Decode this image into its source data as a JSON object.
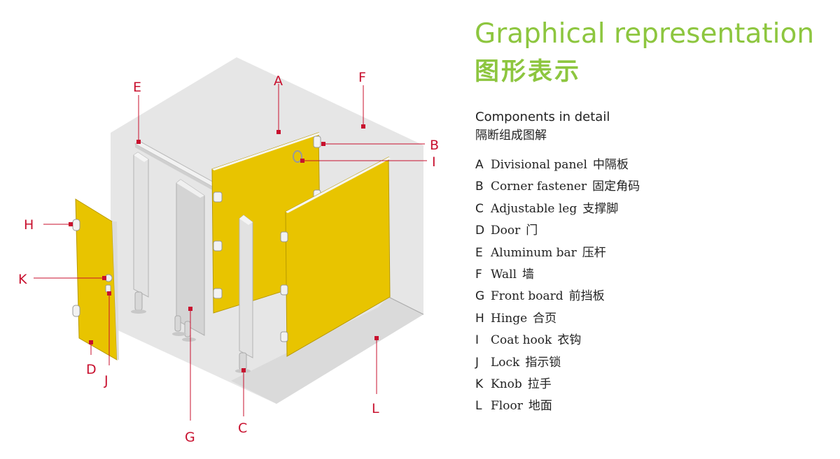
{
  "title": {
    "english": "Graphical representation",
    "chinese": "图形表示"
  },
  "subtitle": {
    "english": "Components in detail",
    "chinese": "隔断组成图解"
  },
  "components": [
    {
      "letter": "A",
      "english": "Divisional panel",
      "chinese": "中隔板"
    },
    {
      "letter": "B",
      "english": "Corner fastener",
      "chinese": "固定角码"
    },
    {
      "letter": "C",
      "english": "Adjustable leg",
      "chinese": "支撑脚"
    },
    {
      "letter": "D",
      "english": "Door",
      "chinese": "门"
    },
    {
      "letter": "E",
      "english": "Aluminum bar",
      "chinese": "压杆"
    },
    {
      "letter": "F",
      "english": "Wall",
      "chinese": "墙"
    },
    {
      "letter": "G",
      "english": "Front board",
      "chinese": "前挡板"
    },
    {
      "letter": "H",
      "english": "Hinge",
      "chinese": "合页"
    },
    {
      "letter": "I",
      "english": "Coat hook",
      "chinese": "衣钩"
    },
    {
      "letter": "J",
      "english": "Lock",
      "chinese": "指示锁"
    },
    {
      "letter": "K",
      "english": "Knob",
      "chinese": "拉手"
    },
    {
      "letter": "L",
      "english": "Floor",
      "chinese": "地面"
    }
  ],
  "colors": {
    "title_green": "#8dc63f",
    "callout_red": "#c8102e",
    "panel_yellow": "#e8c400",
    "room_grey": "#e6e6e6"
  }
}
